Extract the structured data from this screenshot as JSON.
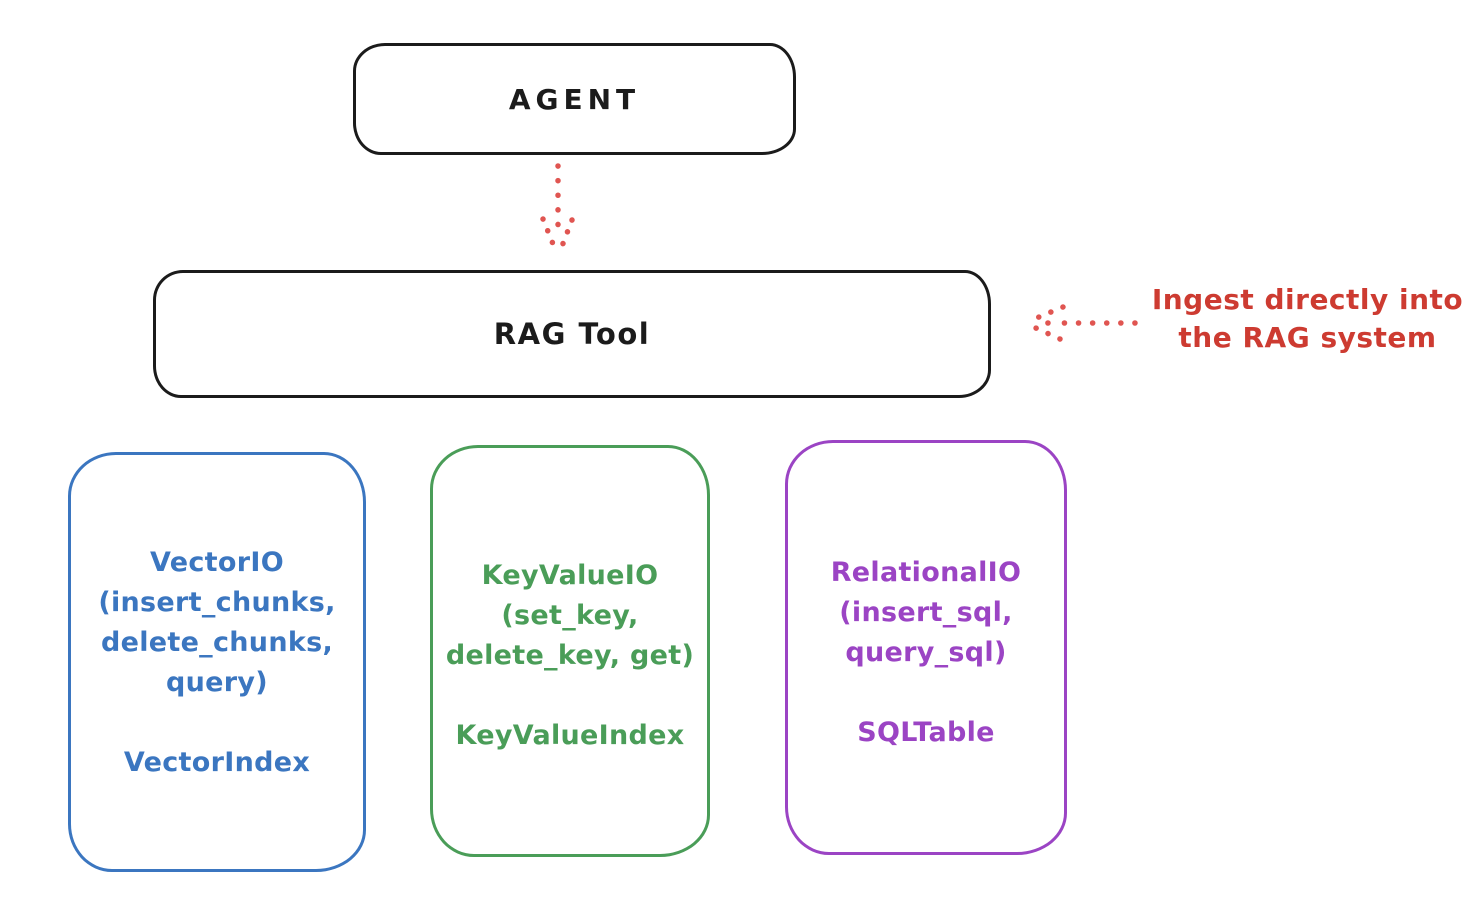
{
  "diagram": {
    "background_color": "#ffffff",
    "stroke_color": "#1b1b1b",
    "agent_box": {
      "label": "AGENT"
    },
    "rag_box": {
      "label": "RAG Tool"
    },
    "agent_to_rag_arrow": {
      "name": "dotted-arrow-down",
      "color": "#e05551",
      "style": "dotted",
      "direction": "down"
    },
    "annotation": {
      "text_line1": "Ingest directly into",
      "text_line2": "the RAG system",
      "text_color": "#cd3b31",
      "arrow": {
        "name": "dotted-arrow-left",
        "color": "#e05551",
        "style": "dotted",
        "direction": "left"
      }
    }
  },
  "storage_boxes": [
    {
      "id": "vector-io",
      "accent_color": "#3b76c0",
      "title_lines": [
        "VectorIO",
        "(insert_chunks,",
        "delete_chunks,",
        "query)"
      ],
      "index_label": "VectorIndex"
    },
    {
      "id": "keyvalue-io",
      "accent_color": "#4a9d58",
      "title_lines": [
        "KeyValueIO",
        "(set_key,",
        "delete_key, get)"
      ],
      "index_label": "KeyValueIndex"
    },
    {
      "id": "relational-io",
      "accent_color": "#9b44c4",
      "title_lines": [
        "RelationalIO",
        "(insert_sql,",
        "query_sql)"
      ],
      "index_label": "SQLTable"
    }
  ]
}
